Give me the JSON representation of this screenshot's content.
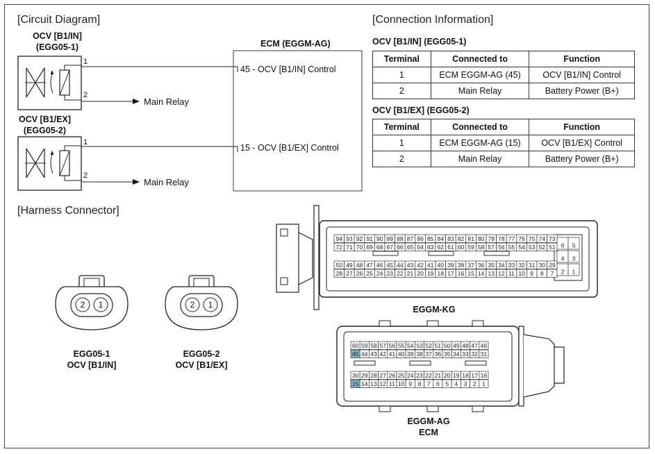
{
  "circuit": {
    "heading": "[Circuit Diagram]",
    "ecm_title": "ECM (EGGM-AG)",
    "devices": [
      {
        "name_line1": "OCV [B1/IN]",
        "name_line2": "(EGG05-1)",
        "pin1": "1",
        "pin2": "2",
        "relay_label": "Main Relay",
        "ecm_pin_label": "45 - OCV [B1/IN] Control"
      },
      {
        "name_line1": "OCV [B1/EX]",
        "name_line2": "(EGG05-2)",
        "pin1": "1",
        "pin2": "2",
        "relay_label": "Main Relay",
        "ecm_pin_label": "15 - OCV [B1/EX] Control"
      }
    ]
  },
  "connection": {
    "heading": "[Connection Information]",
    "headers": [
      "Terminal",
      "Connected to",
      "Function"
    ],
    "tables": [
      {
        "title": "OCV [B1/IN] (EGG05-1)",
        "rows": [
          [
            "1",
            "ECM EGGM-AG (45)",
            "OCV [B1/IN] Control"
          ],
          [
            "2",
            "Main Relay",
            "Battery Power (B+)"
          ]
        ]
      },
      {
        "title": "OCV [B1/EX] (EGG05-2)",
        "rows": [
          [
            "1",
            "ECM EGGM-AG (15)",
            "OCV [B1/EX] Control"
          ],
          [
            "2",
            "Main Relay",
            "Battery Power (B+)"
          ]
        ]
      }
    ]
  },
  "harness": {
    "heading": "[Harness Connector]",
    "small_connectors": [
      {
        "pin_left": "2",
        "pin_right": "1",
        "label_line1": "EGG05-1",
        "label_line2": "OCV [B1/IN]"
      },
      {
        "pin_left": "2",
        "pin_right": "1",
        "label_line1": "EGG05-2",
        "label_line2": "OCV [B1/EX]"
      }
    ],
    "kg": {
      "label": "EGGM-KG",
      "row1": [
        "94",
        "93",
        "92",
        "91",
        "90",
        "89",
        "88",
        "87",
        "86",
        "85",
        "84",
        "83",
        "82",
        "81",
        "80",
        "79",
        "78",
        "77",
        "76",
        "75",
        "74",
        "73"
      ],
      "row2": [
        "72",
        "71",
        "70",
        "69",
        "68",
        "67",
        "66",
        "65",
        "64",
        "63",
        "62",
        "61",
        "60",
        "59",
        "58",
        "57",
        "56",
        "55",
        "54",
        "53",
        "52",
        "51"
      ],
      "row3": [
        "50",
        "49",
        "48",
        "47",
        "46",
        "45",
        "44",
        "43",
        "42",
        "41",
        "40",
        "39",
        "38",
        "37",
        "36",
        "35",
        "34",
        "33",
        "32",
        "31",
        "30",
        "29"
      ],
      "row4": [
        "28",
        "27",
        "26",
        "25",
        "24",
        "23",
        "22",
        "21",
        "20",
        "19",
        "18",
        "17",
        "16",
        "15",
        "14",
        "13",
        "12",
        "11",
        "10",
        "9",
        "8",
        "7"
      ],
      "side": [
        "6",
        "5",
        "4",
        "3",
        "2",
        "1"
      ]
    },
    "ag": {
      "label_line1": "EGGM-AG",
      "label_line2": "ECM",
      "row1": [
        "60",
        "59",
        "58",
        "57",
        "56",
        "55",
        "54",
        "53",
        "52",
        "51",
        "50",
        "49",
        "48",
        "47",
        "46"
      ],
      "row2": [
        "45",
        "44",
        "43",
        "42",
        "41",
        "40",
        "39",
        "38",
        "37",
        "36",
        "35",
        "34",
        "33",
        "32",
        "31"
      ],
      "row3": [
        "30",
        "29",
        "28",
        "27",
        "26",
        "25",
        "24",
        "23",
        "22",
        "21",
        "20",
        "19",
        "18",
        "17",
        "16"
      ],
      "row4": [
        "15",
        "14",
        "13",
        "12",
        "11",
        "10",
        "9",
        "8",
        "7",
        "6",
        "5",
        "4",
        "3",
        "2",
        "1"
      ],
      "highlight_color": "#7fb3c4"
    }
  }
}
